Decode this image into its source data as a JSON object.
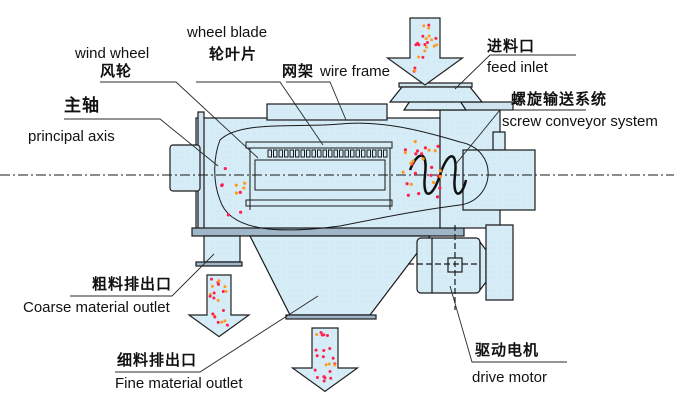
{
  "diagram": {
    "title": "Horizontal airflow screen (screw-fed sifter) structure",
    "colors": {
      "body_fill": "#d6ecf6",
      "line": "#1a1a1a",
      "particle_red": "#ff2050",
      "particle_orange": "#ff9a20",
      "leader_line": "#2a2a2a"
    },
    "labels": {
      "wheel_blade": {
        "en": "wheel blade",
        "zh": "轮叶片"
      },
      "wind_wheel": {
        "en": "wind wheel",
        "zh": "风轮"
      },
      "wire_frame": {
        "en": "wire frame",
        "zh": "网架"
      },
      "principal_axis": {
        "en": "principal axis",
        "zh": "主轴"
      },
      "feed_inlet": {
        "en": "feed inlet",
        "zh": "进料口"
      },
      "screw_conveyor": {
        "en": "screw conveyor system",
        "zh": "螺旋输送系统"
      },
      "coarse_outlet": {
        "en": "Coarse material outlet",
        "zh": "粗料排出口"
      },
      "fine_outlet": {
        "en": "Fine material outlet",
        "zh": "细料排出口"
      },
      "drive_motor": {
        "en": "drive motor",
        "zh": "驱动电机"
      }
    },
    "flow_arrows": [
      {
        "name": "feed-arrow",
        "direction": "down"
      },
      {
        "name": "coarse-output-arrow",
        "direction": "down"
      },
      {
        "name": "fine-output-arrow",
        "direction": "down"
      }
    ]
  }
}
